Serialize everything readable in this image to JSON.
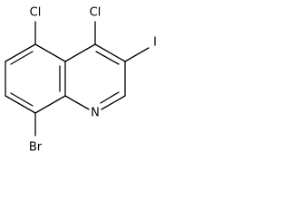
{
  "molecule": {
    "atoms": {
      "cl_top_left": "Cl",
      "cl_top_right": "Cl",
      "iodine": "I",
      "nitrogen": "N",
      "bromine": "Br"
    }
  }
}
